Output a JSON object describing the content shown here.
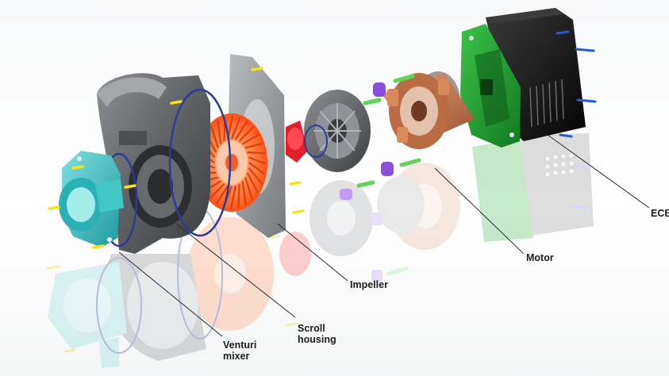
{
  "labels": {
    "ecb": "ECB",
    "motor": "Motor",
    "impeller": "Impeller",
    "scroll_housing": [
      "Scroll",
      "housing"
    ],
    "venturi_mixer": [
      "Venturi",
      "mixer"
    ]
  },
  "colors": {
    "venturi_mixer": "#2fb3b6",
    "scroll_housing": "#5c5f62",
    "impeller": "#ff5a1f",
    "gasket": "#2a3b9a",
    "motor_copper": "#c7794e",
    "ecb_board": "#1f8f2c",
    "ecb_cover": "#141414",
    "screws_yellow": "#f4e21c",
    "screws_blue": "#2c58d6",
    "bushings_purple": "#8a4fd8",
    "pins_green": "#5fd35a"
  }
}
